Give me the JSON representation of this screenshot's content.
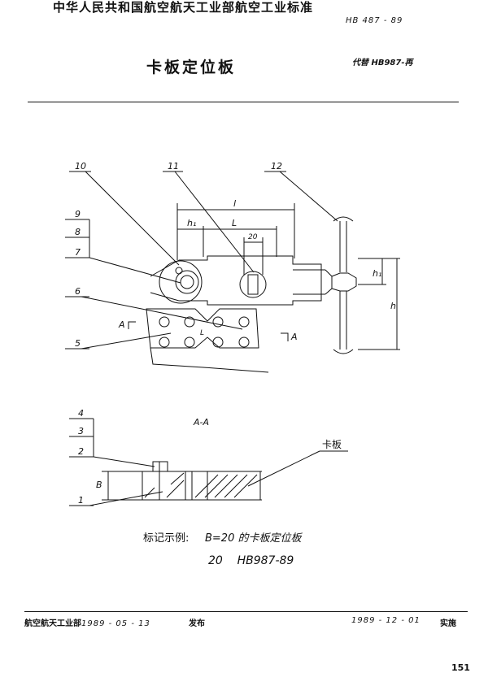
{
  "header": {
    "standard_org": "中华人民共和国航空航天工业部航空工业标准",
    "standard_code": "HB 487 - 89",
    "title": "卡板定位板",
    "replaces": "代替 HB987-再"
  },
  "drawing": {
    "callouts": [
      "10",
      "11",
      "12",
      "9",
      "8",
      "7",
      "6",
      "5",
      "4",
      "3",
      "2",
      "1"
    ],
    "dim_l_total": "l",
    "dim_l": "L",
    "dim_h1": "h₁",
    "dim_20": "20",
    "dim_h": "h",
    "dim_h1_right": "h₁",
    "dim_small_l": "L",
    "section_marker_a": "A",
    "section_title": "A-A",
    "dim_b": "B",
    "clamp_label": "卡板"
  },
  "marking": {
    "label": "标记示例:",
    "text": "B=20 的卡板定位板",
    "code_line": "20    HB987-89"
  },
  "footer": {
    "issuer": "航空航天工业部",
    "issue_date": "1989 - 05 - 13",
    "release": "发布",
    "impl_date": "1989 - 12 - 01",
    "implement": "实施"
  },
  "page_number": "151"
}
